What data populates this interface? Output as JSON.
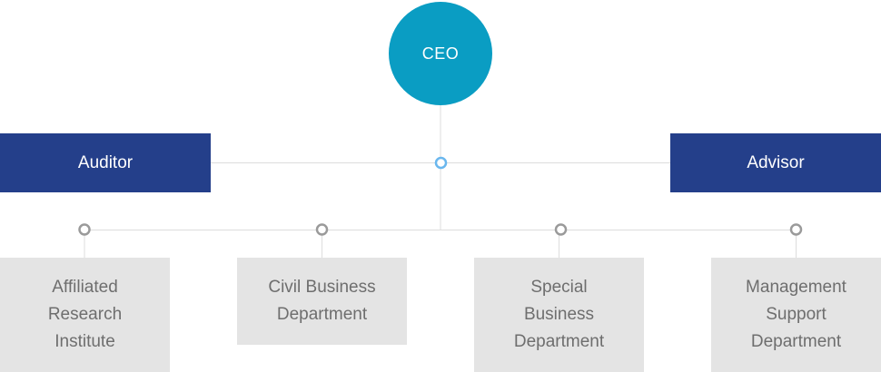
{
  "ceo": {
    "label": "CEO"
  },
  "staff": {
    "left_label": "Auditor",
    "right_label": "Advisor"
  },
  "departments": [
    {
      "label": "Affiliated Research Institute"
    },
    {
      "label": "Civil Business Department"
    },
    {
      "label": "Special Business Department"
    },
    {
      "label": "Management Support Department"
    }
  ],
  "colors": {
    "ceo_fill": "#0a9dc3",
    "staff_fill": "#243f8a",
    "department_fill": "#e4e4e4",
    "department_text": "#6e6e6e",
    "connector_line": "#dddddd",
    "junction_ring": "#6ab7ee",
    "department_ring": "#9a9a9a"
  }
}
